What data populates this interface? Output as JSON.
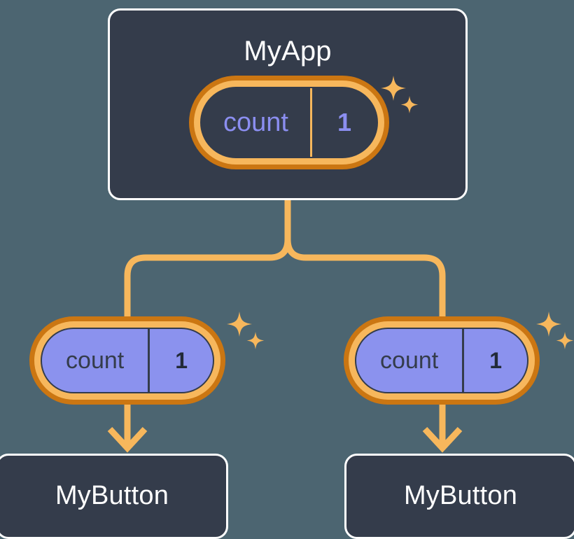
{
  "diagram": {
    "type": "component-tree",
    "background_color": "#4c6571",
    "title_text_color": "#ffffff",
    "connector_color": "#f7b75c",
    "pill_ring_outer_color": "#cb7612",
    "pill_ring_inner_color": "#f7b75c",
    "sparkle_color": "#f7b75c"
  },
  "root": {
    "name": "MyApp",
    "card_bg": "#343c4b",
    "card_border": "#ffffff",
    "state": {
      "key": "count",
      "value": "1",
      "body_bg": "transparent",
      "key_color": "#8b8ef0",
      "value_color": "#8b8ef0",
      "divider_color": "#f7b75c",
      "sparkle": true
    }
  },
  "children": [
    {
      "name": "MyButton",
      "card_bg": "#343c4b",
      "card_border": "#ffffff",
      "state": {
        "key": "count",
        "value": "1",
        "body_bg": "#8b92ee",
        "key_color": "#343c4b",
        "value_color": "#222a38",
        "divider_color": "#343c4b",
        "sparkle": true
      }
    },
    {
      "name": "MyButton",
      "card_bg": "#343c4b",
      "card_border": "#ffffff",
      "state": {
        "key": "count",
        "value": "1",
        "body_bg": "#8b92ee",
        "key_color": "#343c4b",
        "value_color": "#222a38",
        "divider_color": "#343c4b",
        "sparkle": true
      }
    }
  ]
}
